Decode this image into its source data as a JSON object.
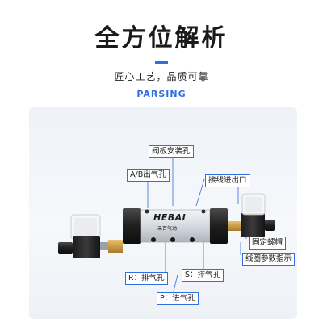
{
  "header": {
    "title": "全方位解析",
    "subtitle": "匠心工艺，品质可靠",
    "english": "PARSING"
  },
  "product": {
    "brand": "HEBAI",
    "brand_sub": "禾百气动"
  },
  "callouts": {
    "valve_plate_holes": "阀板安装孔",
    "ab_outlet": "A/B出气孔",
    "wiring_inlet": "接线进出口",
    "fixing_nut": "固定螺帽",
    "coil_params": "线圈参数指示",
    "r_exhaust": "R：排气孔",
    "s_exhaust": "S：排气孔",
    "p_inlet": "P：进气孔"
  },
  "colors": {
    "accent": "#2f6fe0",
    "valve_body": "#d9dde3",
    "end_cap": "#2a2a2a"
  }
}
